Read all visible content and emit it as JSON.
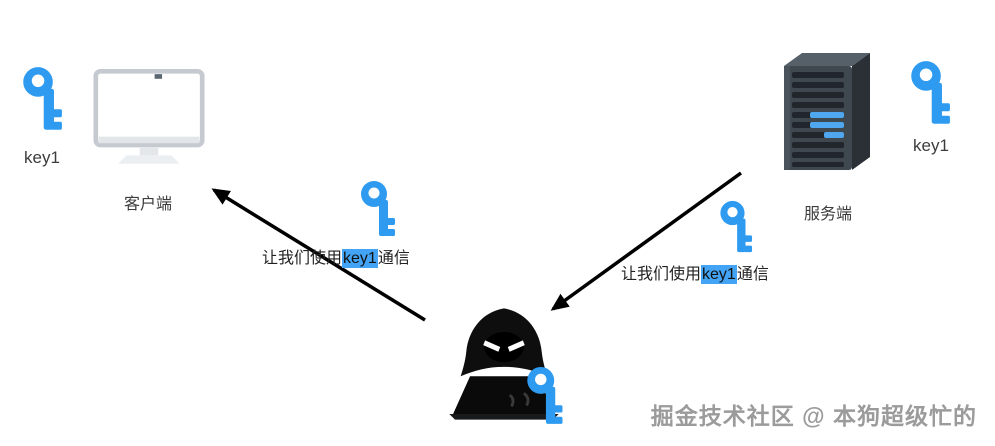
{
  "client": {
    "label": "客户端",
    "key_label": "key1"
  },
  "server": {
    "label": "服务端",
    "key_label": "key1"
  },
  "messages": {
    "to_client": {
      "prefix": "让我们使用",
      "key": "key1",
      "suffix": "通信"
    },
    "to_server": {
      "prefix": "让我们使用",
      "key": "key1",
      "suffix": "通信"
    }
  },
  "watermark": "掘金技术社区 @ 本狗超级忙的",
  "colors": {
    "key_blue": "#2e9bf0",
    "highlight_bg": "#43a4f5",
    "arrow_black": "#000000",
    "watermark_gray": "#9b9b9b",
    "server_body": "#3f474f",
    "monitor_frame": "#c5cad0"
  }
}
